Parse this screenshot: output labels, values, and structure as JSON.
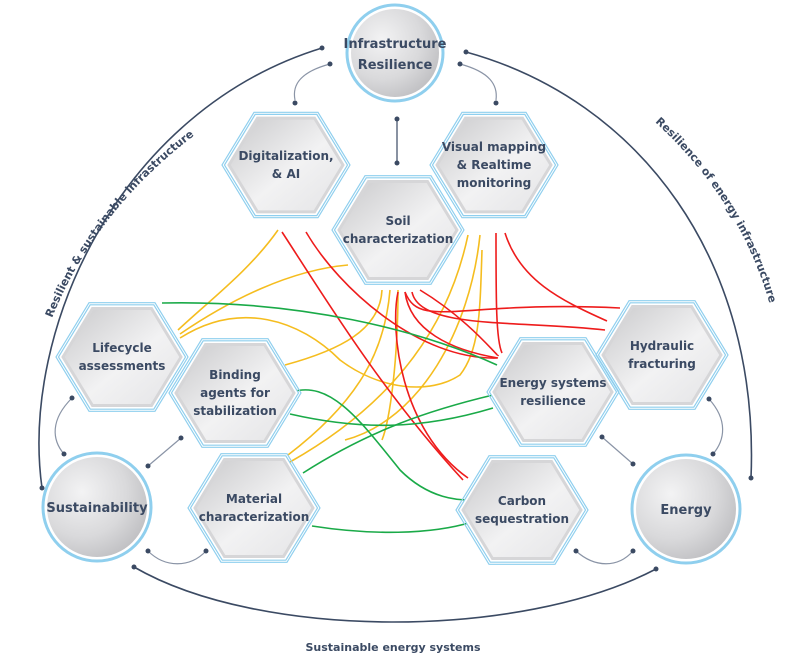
{
  "colors": {
    "red": "#ee1c1c",
    "yellow": "#f5bd1f",
    "green": "#1aaa48",
    "outline": "#8fcfee",
    "text": "#3b4a63",
    "arc": "#3b4a63"
  },
  "circles": {
    "infrastructure": "Infrastructure",
    "infrastructure2": "Resilience",
    "sustainability": "Sustainability",
    "energy": "Energy"
  },
  "hexagons": {
    "digitalization_1": "Digitalization,",
    "digitalization_2": "& AI",
    "soil_1": "Soil",
    "soil_2": "characterization",
    "visual_1": "Visual mapping",
    "visual_2": "& Realtime",
    "visual_3": "monitoring",
    "lifecycle_1": "Lifecycle",
    "lifecycle_2": "assessments",
    "binding_1": "Binding",
    "binding_2": "agents for",
    "binding_3": "stabilization",
    "material_1": "Material",
    "material_2": "characterization",
    "hydraulic_1": "Hydraulic",
    "hydraulic_2": "fracturing",
    "energysys_1": "Energy systems",
    "energysys_2": "resilience",
    "carbon_1": "Carbon",
    "carbon_2": "sequestration"
  },
  "arcs": {
    "left": "Resilient & sustainable infrastructure",
    "right": "Resilience of energy infrastructure",
    "bottom": "Sustainable energy systems"
  }
}
